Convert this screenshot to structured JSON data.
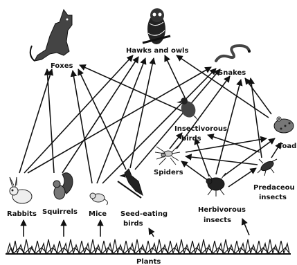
{
  "nodes": {
    "foxes": {
      "label": "Foxes",
      "icon": "fox-icon"
    },
    "hawks_owls": {
      "label": "Hawks and owls",
      "icon": "owl-icon"
    },
    "snakes": {
      "label": "Snakes",
      "icon": "snake-icon"
    },
    "insectivorous_birds": {
      "label_line1": "Insectivorous",
      "label_line2": "birds",
      "icon": "bird-icon"
    },
    "toads": {
      "label": "Toad",
      "icon": "toad-icon"
    },
    "spiders": {
      "label": "Spiders",
      "icon": "spider-icon"
    },
    "predaceous_insects": {
      "label_line1": "Predaceou",
      "label_line2": "insects",
      "icon": "predaceous-insect-icon"
    },
    "herbivorous_insects": {
      "label_line1": "Herbivorous",
      "label_line2": "insects",
      "icon": "beetle-icon"
    },
    "rabbits": {
      "label": "Rabbits",
      "icon": "rabbit-icon"
    },
    "squirrels": {
      "label": "Squirrels",
      "icon": "squirrel-icon"
    },
    "mice": {
      "label": "Mice",
      "icon": "mouse-icon"
    },
    "seed_eating_birds": {
      "label_line1": "Seed-eating",
      "label_line2": "birds",
      "icon": "cardinal-icon"
    },
    "plants": {
      "label": "Plants",
      "icon": "grass-icon"
    }
  },
  "colors": {
    "ink": "#111111",
    "background": "#ffffff"
  }
}
